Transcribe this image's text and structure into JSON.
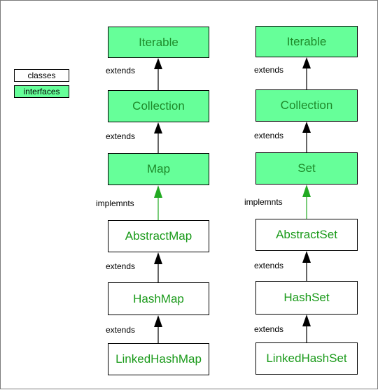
{
  "legend": {
    "classes": "classes",
    "interfaces": "interfaces"
  },
  "map_hierarchy": {
    "boxes": [
      "Iterable",
      "Collection",
      "Map",
      "AbstractMap",
      "HashMap",
      "LinkedHashMap"
    ],
    "edges": [
      "extends",
      "extends",
      "implemnts",
      "extends",
      "extends"
    ]
  },
  "set_hierarchy": {
    "boxes": [
      "Iterable",
      "Collection",
      "Set",
      "AbstractSet",
      "HashSet",
      "LinkedHashSet"
    ],
    "edges": [
      "extends",
      "extends",
      "implemnts",
      "extends",
      "extends"
    ]
  },
  "colors": {
    "interface_fill": "#66ff99",
    "class_fill": "#ffffff",
    "box_text": "#1a9a1a",
    "extends_arrow": "#000000",
    "implements_arrow": "#22aa22"
  }
}
